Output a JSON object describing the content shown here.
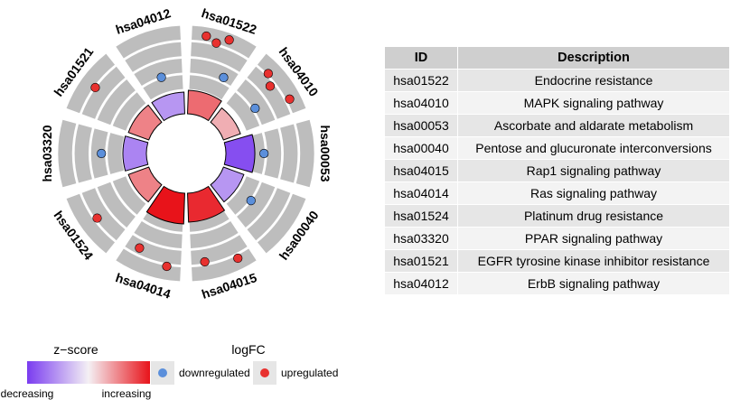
{
  "chart_data": [
    {
      "type": "circular",
      "terms": [
        {
          "id": "hsa01522",
          "zscore": 0.6,
          "genes": [
            {
              "logfc": 1.0
            },
            {
              "logfc": 0.8
            },
            {
              "logfc": 1.1
            },
            {
              "logfc": -0.5
            }
          ]
        },
        {
          "id": "hsa04010",
          "zscore": 0.3,
          "genes": [
            {
              "logfc": 0.8
            },
            {
              "logfc": 0.5
            },
            {
              "logfc": -0.6
            },
            {
              "logfc": 0.9
            }
          ]
        },
        {
          "id": "hsa00053",
          "zscore": -0.9,
          "genes": [
            {
              "logfc": -0.8
            }
          ]
        },
        {
          "id": "hsa00040",
          "zscore": -0.5,
          "genes": [
            {
              "logfc": -0.7
            }
          ]
        },
        {
          "id": "hsa04015",
          "zscore": 0.9,
          "genes": [
            {
              "logfc": 0.9
            },
            {
              "logfc": 0.6
            }
          ]
        },
        {
          "id": "hsa04014",
          "zscore": 1.0,
          "genes": [
            {
              "logfc": 0.8
            },
            {
              "logfc": 0.4
            }
          ]
        },
        {
          "id": "hsa01524",
          "zscore": 0.5,
          "genes": [
            {
              "logfc": 0.6
            }
          ]
        },
        {
          "id": "hsa03320",
          "zscore": -0.6,
          "genes": [
            {
              "logfc": -0.5
            }
          ]
        },
        {
          "id": "hsa01521",
          "zscore": 0.5,
          "genes": [
            {
              "logfc": 0.7
            }
          ]
        },
        {
          "id": "hsa04012",
          "zscore": -0.5,
          "genes": [
            {
              "logfc": -0.7
            }
          ]
        }
      ],
      "logfc_range": [
        -1.2,
        1.2
      ],
      "zscore_range": [
        -1,
        1
      ],
      "colors": {
        "up": "#e8312f",
        "down": "#5b8fdb",
        "track": "#bdbdbd",
        "z_low": "#7a3cf0",
        "z_mid": "#f4f0f4",
        "z_high": "#e8131a"
      },
      "legend": {
        "zscore_title": "z−score",
        "zscore_low_label": "decreasing",
        "zscore_high_label": "increasing",
        "logfc_title": "logFC",
        "logfc_down_label": "downregulated",
        "logfc_up_label": "upregulated"
      }
    },
    {
      "type": "table",
      "columns": [
        "ID",
        "Description"
      ],
      "rows": [
        [
          "hsa01522",
          "Endocrine resistance"
        ],
        [
          "hsa04010",
          "MAPK signaling pathway"
        ],
        [
          "hsa00053",
          "Ascorbate and aldarate metabolism"
        ],
        [
          "hsa00040",
          "Pentose and glucuronate interconversions"
        ],
        [
          "hsa04015",
          "Rap1 signaling pathway"
        ],
        [
          "hsa04014",
          "Ras signaling pathway"
        ],
        [
          "hsa01524",
          "Platinum drug resistance"
        ],
        [
          "hsa03320",
          "PPAR signaling pathway"
        ],
        [
          "hsa01521",
          "EGFR tyrosine kinase inhibitor resistance"
        ],
        [
          "hsa04012",
          "ErbB signaling pathway"
        ]
      ]
    }
  ]
}
